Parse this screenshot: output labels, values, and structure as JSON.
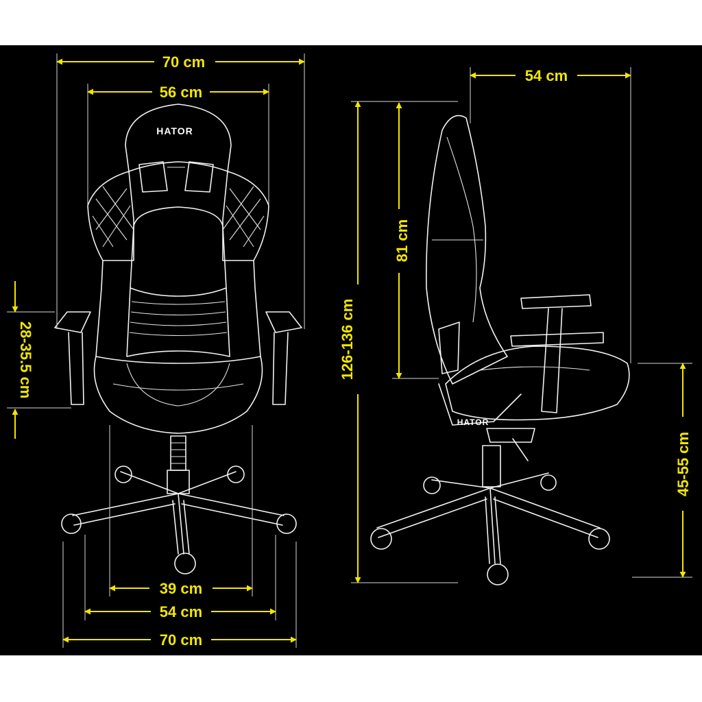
{
  "brand": "HATOR",
  "colors": {
    "background": "#000000",
    "frame": "#ffffff",
    "dimension": "#f2e600",
    "outline": "#f2f2f2"
  },
  "front_view": {
    "width_overall_top": "70 cm",
    "backrest_width": "56 cm",
    "armrest_height": "28-35.5 cm",
    "seat_width": "39 cm",
    "base_width": "54 cm",
    "width_overall_bottom": "70 cm"
  },
  "side_view": {
    "depth": "54 cm",
    "total_height": "126-136 cm",
    "backrest_height": "81 cm",
    "seat_height": "45-55 cm"
  }
}
